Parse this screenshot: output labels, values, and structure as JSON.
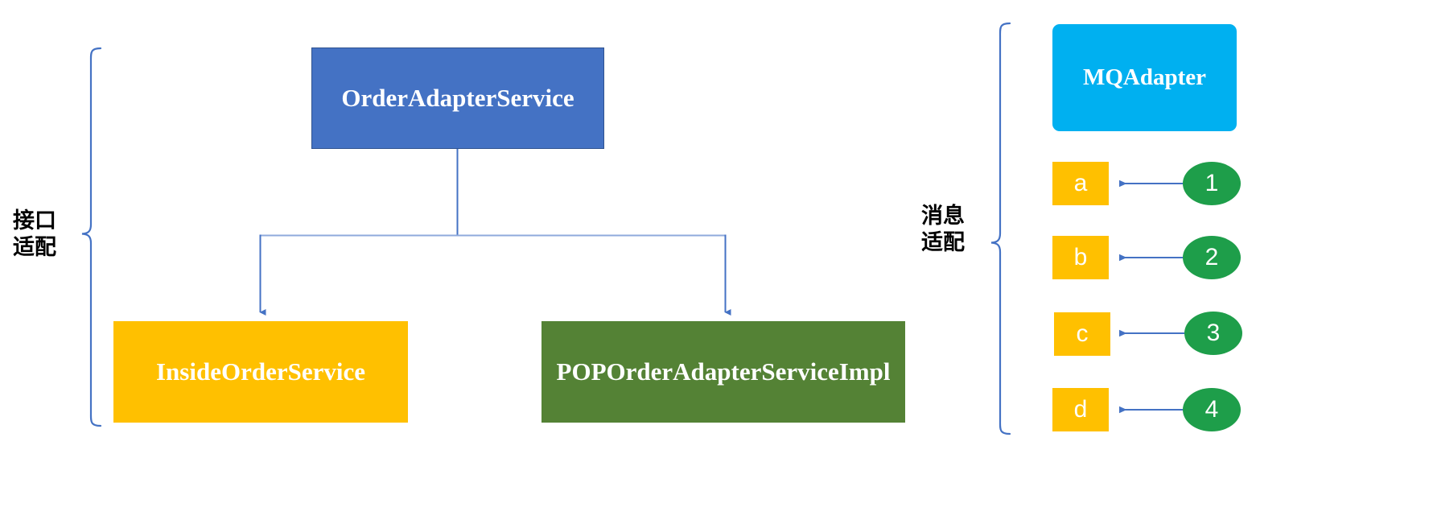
{
  "diagram": {
    "title_left_group": "接口\n适配",
    "title_right_group": "消息\n适配",
    "colors": {
      "blue": "#4472C4",
      "blue_border": "#2F528F",
      "orange": "#FFC000",
      "green": "#548235",
      "cyan": "#00B0F0",
      "circle_green": "#1E9E4A",
      "connector": "#4472C4",
      "brace": "#4472C4",
      "text_on_fill": "#FFFFFF",
      "label_text": "#000000",
      "background": "#FFFFFF"
    },
    "nodes": {
      "root": {
        "label": "OrderAdapterService",
        "shape": "rectangle",
        "fill": "#4472C4"
      },
      "child_left": {
        "label": "InsideOrderService",
        "shape": "rectangle",
        "fill": "#FFC000"
      },
      "child_right": {
        "label": "POPOrderAdapterServiceImpl",
        "shape": "rectangle",
        "fill": "#548235"
      },
      "mq_adapter": {
        "label": "MQAdapter",
        "shape": "rounded-rectangle",
        "fill": "#00B0F0"
      }
    },
    "message_rows": [
      {
        "target_label": "a",
        "source_label": "1"
      },
      {
        "target_label": "b",
        "source_label": "2"
      },
      {
        "target_label": "c",
        "source_label": "3"
      },
      {
        "target_label": "d",
        "source_label": "4"
      }
    ],
    "edges": [
      {
        "from": "OrderAdapterService",
        "to": "InsideOrderService",
        "style": "elbow-arrow"
      },
      {
        "from": "OrderAdapterService",
        "to": "POPOrderAdapterServiceImpl",
        "style": "elbow-arrow"
      },
      {
        "from": "1",
        "to": "a",
        "style": "straight-arrow"
      },
      {
        "from": "2",
        "to": "b",
        "style": "straight-arrow"
      },
      {
        "from": "3",
        "to": "c",
        "style": "straight-arrow"
      },
      {
        "from": "4",
        "to": "d",
        "style": "straight-arrow"
      }
    ]
  }
}
